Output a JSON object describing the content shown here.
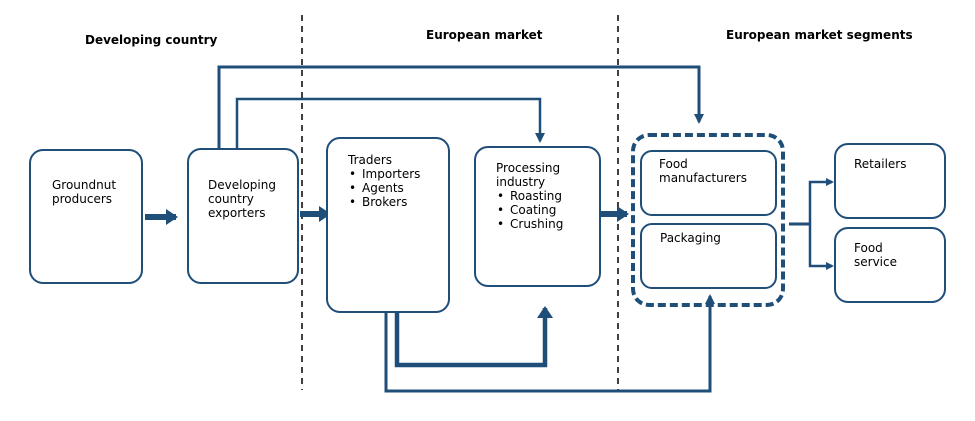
{
  "headers": {
    "developing_country": "Developing country",
    "european_market": "European market",
    "european_market_segments": "European market segments"
  },
  "boxes": {
    "groundnut_producers": "Groundnut producers",
    "exporters": "Developing country exporters",
    "traders": {
      "title": "Traders",
      "items": [
        "Importers",
        "Agents",
        "Brokers"
      ]
    },
    "processing": {
      "title": "Processing industry",
      "items": [
        "Roasting",
        "Coating",
        "Crushing"
      ]
    },
    "food_manufacturers": "Food manufacturers",
    "packaging": "Packaging",
    "retailers": "Retailers",
    "food_service": "Food service"
  },
  "colors": {
    "arrow": "#1f4e79",
    "border": "#1f4e79"
  }
}
